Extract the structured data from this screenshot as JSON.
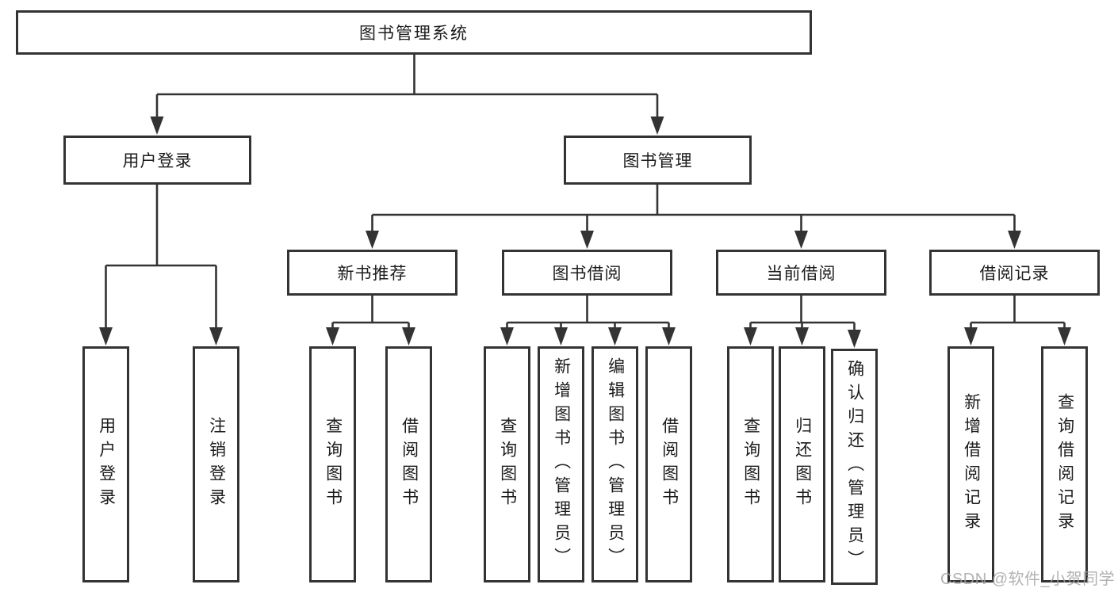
{
  "tree": {
    "root": {
      "label": "图书管理系统"
    },
    "branches": [
      {
        "label": "用户登录",
        "children": [
          {
            "label": "用户登录"
          },
          {
            "label": "注销登录"
          }
        ]
      },
      {
        "label": "图书管理",
        "children": [
          {
            "label": "新书推荐",
            "children": [
              {
                "label": "查询图书"
              },
              {
                "label": "借阅图书"
              }
            ]
          },
          {
            "label": "图书借阅",
            "children": [
              {
                "label": "查询图书"
              },
              {
                "label": "新增图书（管理员）"
              },
              {
                "label": "编辑图书（管理员）"
              },
              {
                "label": "借阅图书"
              }
            ]
          },
          {
            "label": "当前借阅",
            "children": [
              {
                "label": "查询图书"
              },
              {
                "label": "归还图书"
              },
              {
                "label": "确认归还（管理员）"
              }
            ]
          },
          {
            "label": "借阅记录",
            "children": [
              {
                "label": "新增借阅记录"
              },
              {
                "label": "查询借阅记录"
              }
            ]
          }
        ]
      }
    ]
  },
  "watermark": {
    "text": "CSDN @软件_小贺同学"
  },
  "colors": {
    "line": "#333333",
    "box_border": "#333333",
    "text": "#1c1c1c",
    "background": "#ffffff",
    "watermark": "#a5a5a5"
  }
}
